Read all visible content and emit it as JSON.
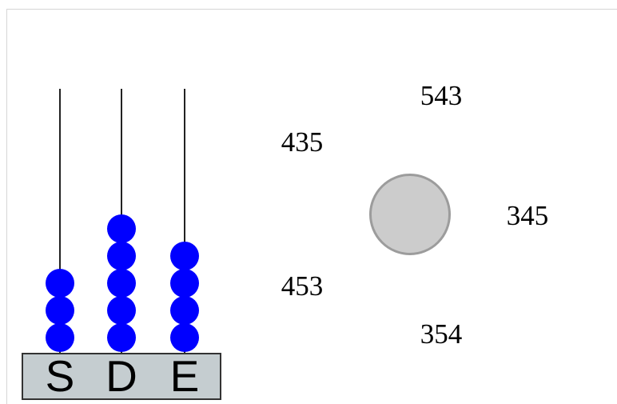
{
  "abacus": {
    "rods": [
      {
        "label": "S",
        "beads": 3
      },
      {
        "label": "D",
        "beads": 5
      },
      {
        "label": "E",
        "beads": 4
      }
    ],
    "bead_color": "#0000ff",
    "base_color": "#c5cdd0"
  },
  "choices": [
    "543",
    "435",
    "345",
    "453",
    "354"
  ],
  "center": {
    "fill_color": "#cccccc",
    "border_color": "#9c9c9c"
  }
}
